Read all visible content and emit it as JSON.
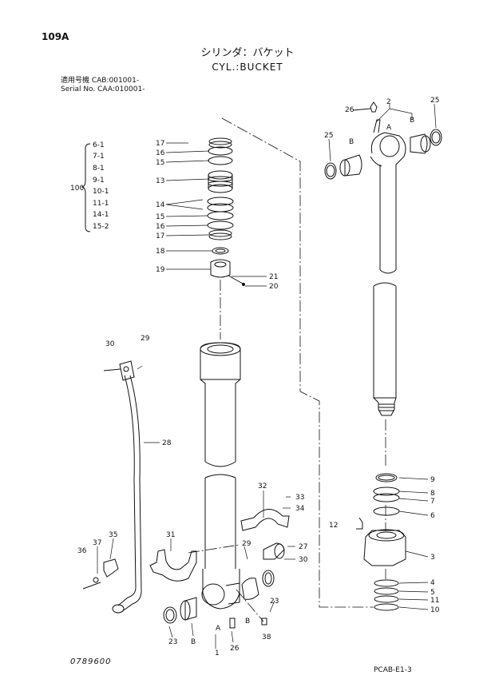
{
  "header": {
    "page_number": "109A",
    "title_jp": "シリンダ：バケット",
    "title_en": "CYL.:BUCKET",
    "serial_jp": "適用号機 CAB:001001-",
    "serial_en": "Serial No. CAA:010001-"
  },
  "kit": {
    "number": "100",
    "items": [
      "6-1",
      "7-1",
      "8-1",
      "9-1",
      "10-1",
      "11-1",
      "14-1",
      "15-2"
    ]
  },
  "callouts": {
    "c2": "2",
    "c25a": "25",
    "c25b": "25",
    "c26a": "26",
    "cA1": "A",
    "cB1": "B",
    "cB2": "B",
    "c17a": "17",
    "c16a": "16",
    "c15a": "15",
    "c13": "13",
    "c14": "14",
    "c15b": "15",
    "c16b": "16",
    "c17b": "17",
    "c18": "18",
    "c19": "19",
    "c21": "21",
    "c20": "20",
    "c30a": "30",
    "c29a": "29",
    "c28": "28",
    "c9": "9",
    "c8": "8",
    "c7": "7",
    "c6": "6",
    "c12": "12",
    "c3": "3",
    "c4": "4",
    "c5": "5",
    "c11": "11",
    "c10": "10",
    "c32": "32",
    "c33": "33",
    "c34": "34",
    "c31": "31",
    "c29b": "29",
    "c27": "27",
    "c30b": "30",
    "c35": "35",
    "c36": "36",
    "c37": "37",
    "c23a": "23",
    "c23b": "23",
    "cA2": "A",
    "cB3": "B",
    "cB4": "B",
    "c1": "1",
    "c26b": "26",
    "c38": "38"
  },
  "footer": {
    "left_code": "0789600",
    "right_code": "PCAB-E1-3"
  }
}
